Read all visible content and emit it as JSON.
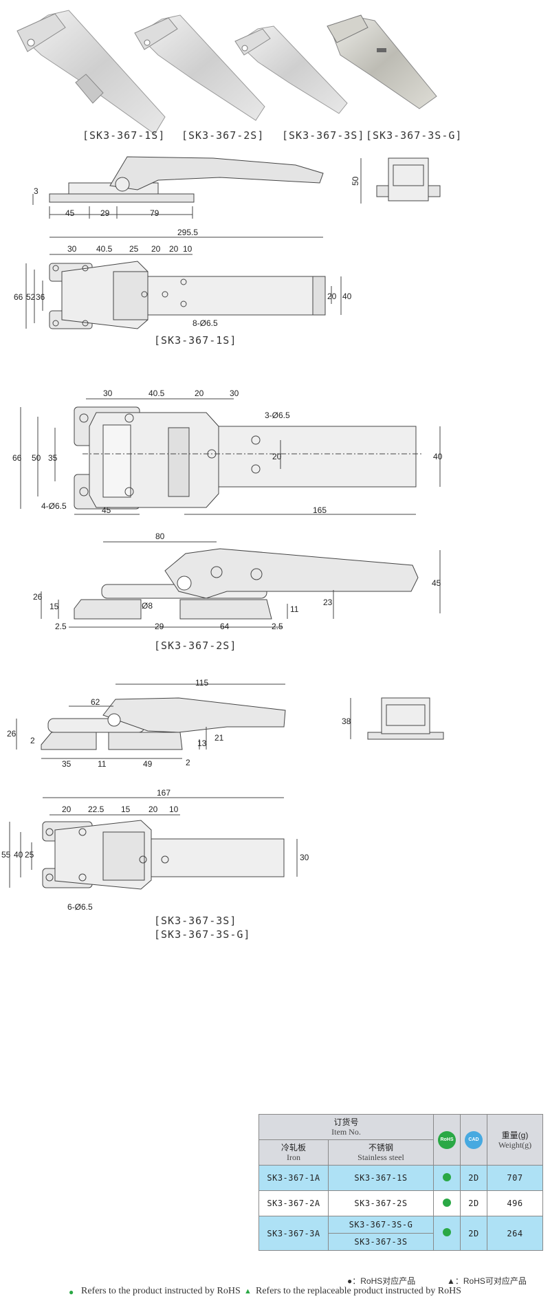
{
  "products": [
    {
      "caption": "[SK3-367-1S]"
    },
    {
      "caption": "[SK3-367-2S]"
    },
    {
      "caption": "[SK3-367-3S]"
    },
    {
      "caption": "[SK3-367-3S-G]"
    }
  ],
  "drawings": {
    "d1_caption": "[SK3-367-1S]",
    "d2_caption": "[SK3-367-2S]",
    "d3_caption_a": "[SK3-367-3S]",
    "d3_caption_b": "[SK3-367-3S-G]",
    "d1_side": {
      "h": "3",
      "a": "45",
      "b": "29",
      "c": "79",
      "right_h": "50"
    },
    "d1_top": {
      "total": "295.5",
      "d30": "30",
      "d405": "40.5",
      "d25": "25",
      "d20a": "20",
      "d20b": "20",
      "d10": "10",
      "h66": "66",
      "h52": "52",
      "h36": "36",
      "r20": "20",
      "r40": "40",
      "holes": "8-Ø6.5"
    },
    "d2_top": {
      "d30": "30",
      "d405": "40.5",
      "d20": "20",
      "d30b": "30",
      "holes3": "3-Ø6.5",
      "h66": "66",
      "h50": "50",
      "h35": "35",
      "r20": "20",
      "r40": "40",
      "holes4": "4-Ø6.5",
      "b45": "45",
      "b165": "165"
    },
    "d2_side": {
      "d80": "80",
      "h45": "45",
      "h26": "26",
      "h15": "15",
      "phi8": "Ø8",
      "h23": "23",
      "h11": "11",
      "b25a": "2.5",
      "b29": "29",
      "b64": "64",
      "b25b": "2.5"
    },
    "d3_side": {
      "d115": "115",
      "d62": "62",
      "h26": "26",
      "h2": "2",
      "h21": "21",
      "h13": "13",
      "b35": "35",
      "b11": "11",
      "b49": "49",
      "b2": "2",
      "right_h": "38"
    },
    "d3_top": {
      "total": "167",
      "d20": "20",
      "d225": "22.5",
      "d15": "15",
      "d20b": "20",
      "d10": "10",
      "h55": "55",
      "h40": "40",
      "h25": "25",
      "r30": "30",
      "holes": "6-Ø6.5"
    }
  },
  "order_table": {
    "item_no_cn": "订货号",
    "item_no_en": "Item No.",
    "iron_cn": "冷轧板",
    "iron_en": "Iron",
    "ss_cn": "不锈钢",
    "ss_en": "Stainless steel",
    "rohs_badge": "RoHS",
    "cad_badge": "CAD",
    "weight_cn": "重量(g)",
    "weight_en": "Weight(g)",
    "rows": [
      {
        "iron": "SK3-367-1A",
        "ss": "SK3-367-1S",
        "cad": "2D",
        "weight": "707"
      },
      {
        "iron": "SK3-367-2A",
        "ss": "SK3-367-2S",
        "cad": "2D",
        "weight": "496"
      },
      {
        "iron": "SK3-367-3A",
        "ss": "SK3-367-3S-G",
        "ss2": "SK3-367-3S",
        "cad": "2D",
        "weight": "264"
      }
    ],
    "legend_rohs_cn": "●：RoHS对应产品",
    "legend_repl_cn": "▲：RoHS可对应产品"
  },
  "footer": {
    "rohs_text": "Refers to the product instructed by RoHS",
    "repl_text": "Refers to the replaceable product instructed by RoHS"
  }
}
